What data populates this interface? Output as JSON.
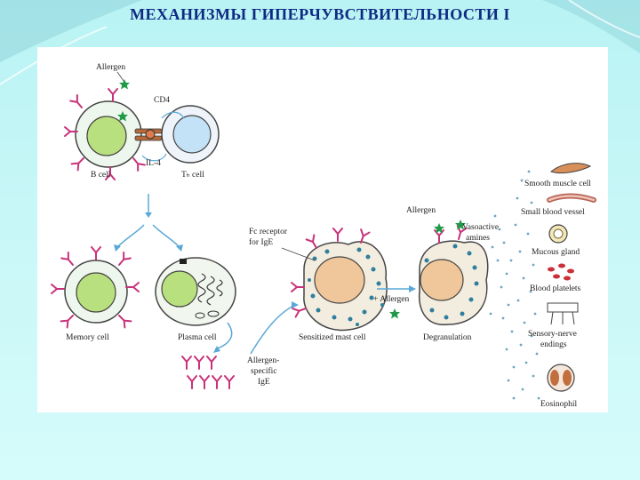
{
  "slide": {
    "title": "МЕХАНИЗМЫ ГИПЕРЧУВСТВИТЕЛЬНОСТИ I"
  },
  "diagram": {
    "labels": {
      "allergen_top": "Allergen",
      "cd4": "CD4",
      "il4": "IL-4",
      "b_cell": "B cell",
      "th_cell": "Tₕ cell",
      "memory_cell": "Memory cell",
      "plasma_cell": "Plasma cell",
      "allergen_specific_ige": "Allergen-\nspecific\nIgE",
      "fc_receptor": "Fc receptor\nfor IgE",
      "sensitized_mast_cell": "Sensitized mast cell",
      "plus_allergen": "+ Allergen",
      "allergen_mid": "Allergen",
      "vasoactive_amines": "Vasoactive\namines",
      "degranulation": "Degranulation",
      "smooth_muscle_cell": "Smooth muscle cell",
      "small_blood_vessel": "Small blood vessel",
      "mucous_gland": "Mucous gland",
      "blood_platelets": "Blood platelets",
      "sensory_nerve_endings": "Sensory-nerve\nendings",
      "eosinophil": "Eosinophil"
    },
    "colors": {
      "antibody": "#c8327a",
      "allergen": "#1f9a48",
      "b_cell_nucleus": "#b9e07f",
      "th_cell_nucleus": "#c4e2f7",
      "mast_nucleus": "#f0c79a",
      "granule": "#2f7f9c",
      "arrow": "#5aa8d8"
    }
  }
}
